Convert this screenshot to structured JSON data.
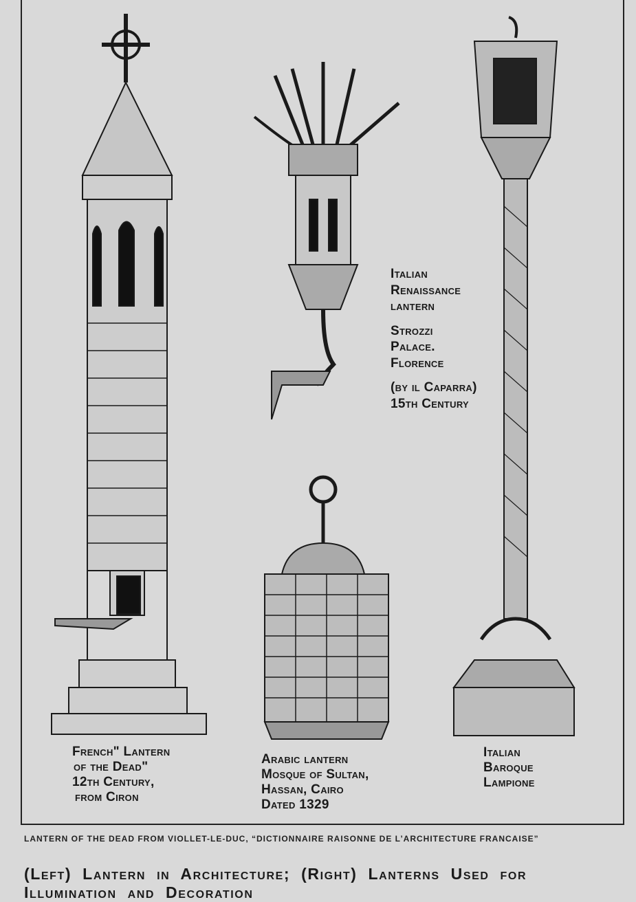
{
  "figure": {
    "captions": {
      "french": [
        "French\" Lantern",
        "of the Dead\"",
        "12th Century,",
        "from Ciron"
      ],
      "renaissance": [
        "Italian",
        "Renaissance",
        "lantern",
        "",
        "Strozzi",
        "Palace.",
        "Florence",
        "",
        "(by il Caparra)",
        "15th Century"
      ],
      "arabic": [
        "Arabic lantern",
        "Mosque of Sultan,",
        "Hassan, Cairo",
        "Dated 1329"
      ],
      "baroque": [
        "Italian",
        "Baroque",
        "Lampione"
      ]
    },
    "credit": "LANTERN OF THE DEAD FROM VIOLLET-LE-DUC, “DICTIONNAIRE RAISONNE DE L’ARCHITECTURE FRANCAISE”",
    "title": "(Left) Lantern in Architecture; (Right) Lanterns Used for Illumination and Decoration"
  }
}
